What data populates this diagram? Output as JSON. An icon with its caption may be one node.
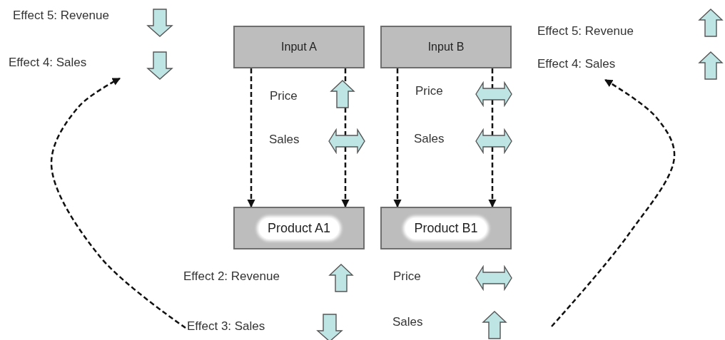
{
  "diagram": {
    "nodes": [
      {
        "text": [
          "Input A"
        ]
      },
      {
        "text": [
          "Input B"
        ]
      },
      {
        "text": [
          "Product A1"
        ]
      },
      {
        "text": [
          "Product B1"
        ]
      },
      {
        "text": [
          "Effect 3: Sales"
        ]
      },
      {
        "text": [
          "Effect 4: Sales"
        ]
      },
      {
        "text": [
          "Effect 4: Sales"
        ]
      }
    ],
    "edges": [
      {
        "from": 0,
        "to": 2,
        "arrow": "to",
        "style": "dashed"
      },
      {
        "from": 0,
        "to": 2,
        "arrow": "to",
        "style": "dashed"
      },
      {
        "from": 1,
        "to": 3,
        "arrow": "to",
        "style": "dashed"
      },
      {
        "from": 1,
        "to": 3,
        "arrow": "to",
        "style": "dashed"
      },
      {
        "from": 4,
        "to": 5,
        "arrow": "to",
        "style": "dashed"
      },
      {
        "from": null,
        "to": 6,
        "arrow": "to",
        "style": "dashed"
      }
    ],
    "labels": [
      "Effect 5: Revenue",
      "Effect 5: Revenue",
      "Price",
      "Price",
      "Sales",
      "Sales",
      "Effect 2: Revenue",
      "Price",
      "Sales"
    ]
  }
}
